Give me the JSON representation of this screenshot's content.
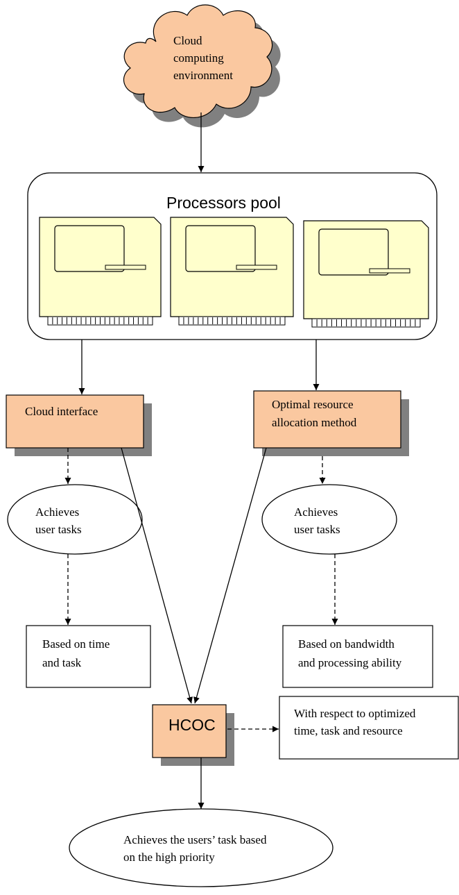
{
  "cloud": {
    "line1": "Cloud",
    "line2": "computing",
    "line3": "environment"
  },
  "pool": {
    "title": "Processors pool"
  },
  "interface_box": {
    "label": "Cloud interface"
  },
  "allocation_box": {
    "line1": "Optimal resource",
    "line2": "allocation method"
  },
  "left_oval": {
    "line1": "Achieves",
    "line2": "user tasks"
  },
  "right_oval": {
    "line1": "Achieves",
    "line2": "user tasks"
  },
  "left_note": {
    "line1": "Based on time",
    "line2": "and task"
  },
  "right_note": {
    "line1": "Based on bandwidth",
    "line2": "and processing ability"
  },
  "hcoc": {
    "label": "HCOC"
  },
  "optimized_note": {
    "line1": "With respect to optimized",
    "line2": "time, task and resource"
  },
  "final_oval": {
    "line1": "Achieves the users’ task based",
    "line2": "on the high priority"
  },
  "colors": {
    "accent_fill": "#fac8a0",
    "shadow": "#808080",
    "computer_fill": "#ffffcc"
  }
}
